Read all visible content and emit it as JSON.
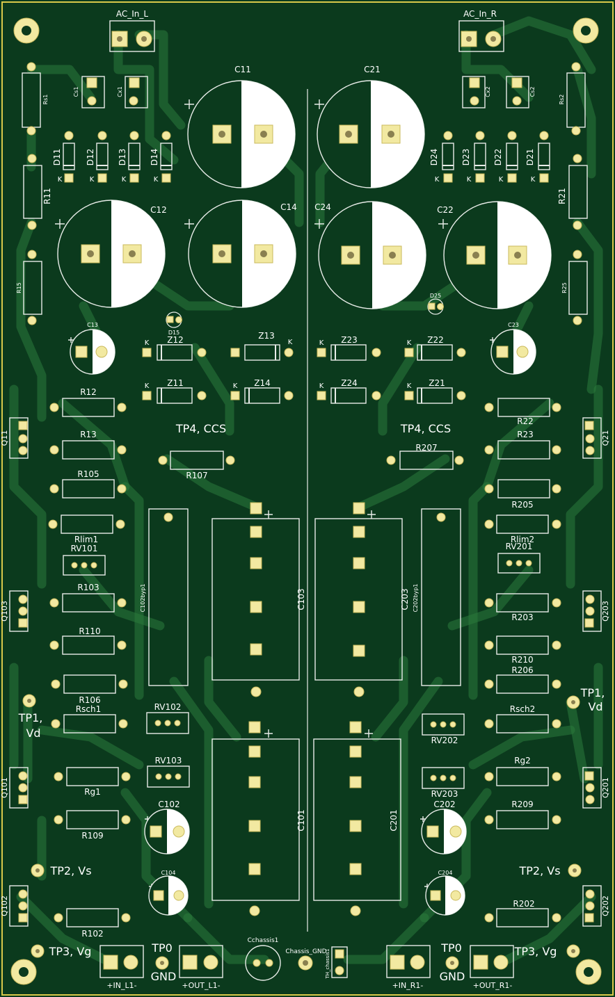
{
  "title_left": "AC_In_L",
  "title_right": "AC_In_R",
  "labels": {
    "C11": "C11",
    "C21": "C21",
    "C12": "C12",
    "C14": "C14",
    "C24": "C24",
    "C22": "C22",
    "C13": "C13",
    "C23": "C23",
    "D15": "D15",
    "D25": "D25",
    "Rs1": "Rs1",
    "Cs1": "Cs1",
    "Cx1": "Cx1",
    "Cx2": "Cx2",
    "Cs2": "Cs2",
    "Rs2": "Rs2",
    "D11": "D11",
    "D12": "D12",
    "D13": "D13",
    "D14": "D14",
    "D24": "D24",
    "D23": "D23",
    "D22": "D22",
    "D21": "D21",
    "R11": "R11",
    "R21": "R21",
    "R15": "R15",
    "R25": "R25",
    "Z12": "Z12",
    "Z13": "Z13",
    "Z23": "Z23",
    "Z22": "Z22",
    "Z11": "Z11",
    "Z14": "Z14",
    "Z24": "Z24",
    "Z21": "Z21",
    "R12": "R12",
    "R13": "R13",
    "R22": "R22",
    "R23": "R23",
    "Q11": "Q11",
    "Q21": "Q21",
    "TP4L": "TP4, CCS",
    "TP4R": "TP4, CCS",
    "R107": "R107",
    "R207": "R207",
    "R105": "R105",
    "R205": "R205",
    "Rlim1": "Rlim1",
    "Rlim2": "Rlim2",
    "RV101": "RV101",
    "RV201": "RV201",
    "R103": "R103",
    "R203": "R203",
    "Q103": "Q103",
    "Q203": "Q203",
    "C102byp1": "C102byp1",
    "C202byp1": "C202byp1",
    "C103": "C103",
    "C203": "C203",
    "R110": "R110",
    "R210": "R210",
    "R106": "R106",
    "R206": "R206",
    "TP1L_a": "TP1,",
    "TP1L_b": "Vd",
    "TP1R_a": "TP1,",
    "TP1R_b": "Vd",
    "Rsch1": "Rsch1",
    "Rsch2": "Rsch2",
    "RV102": "RV102",
    "RV202": "RV202",
    "RV103": "RV103",
    "RV203": "RV203",
    "Q101": "Q101",
    "Q201": "Q201",
    "Rg1": "Rg1",
    "Rg2": "Rg2",
    "C102": "C102",
    "C202": "C202",
    "C101": "C101",
    "C201": "C201",
    "R109": "R109",
    "R209": "R209",
    "TP2L": "TP2, Vs",
    "TP2R": "TP2, Vs",
    "C104": "C104",
    "C204": "C204",
    "Q102": "Q102",
    "Q202": "Q202",
    "R102": "R102",
    "R202": "R202",
    "TP3L": "TP3, Vg",
    "TP3R": "TP3, Vg",
    "TP0L_a": "TP0",
    "TP0L_b": "GND",
    "TP0R_a": "TP0",
    "TP0R_b": "GND",
    "Cchassis1": "Cchassis1",
    "Chassis_GND": "Chassis_GND",
    "TH_chassis1": "TH_chassis1",
    "INL": "+IN_L1-",
    "OUTL": "+OUT_L1-",
    "INR": "+IN_R1-",
    "OUTR": "+OUT_R1-",
    "K": "K"
  },
  "colors": {
    "board": "#0b3a1d",
    "trace": "#2c7a3c",
    "silk": "#ffffff",
    "pad": "#f2e9a1"
  }
}
